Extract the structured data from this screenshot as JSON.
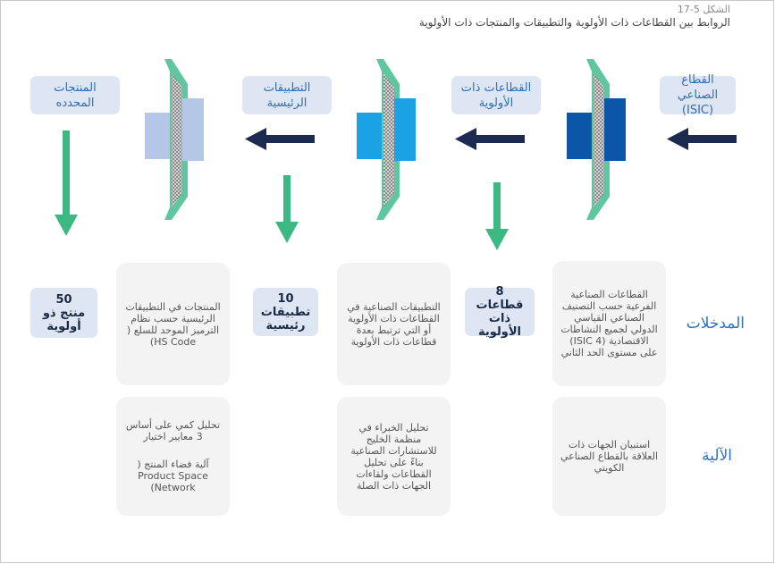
{
  "figure": {
    "label": "الشكل 5-17",
    "title": "الروابط بين القطاعات ذات الأولوية والتطبيقات والمنتجات ذات الأولوية"
  },
  "stages": [
    {
      "id": "isic",
      "label": "القطاع الصناعي (ISIC)"
    },
    {
      "id": "priority-sectors",
      "label": "القطاعات ذات الأولوية"
    },
    {
      "id": "main-applications",
      "label": "التطبيقات الرئيسية"
    },
    {
      "id": "products",
      "label": "المنتجات المحدده"
    }
  ],
  "counts": [
    {
      "number": "8",
      "text": "قطاعات ذات الأولوية"
    },
    {
      "number": "10",
      "text": "تطبيقات رئيسية"
    },
    {
      "number": "50",
      "text": "منتج ذو أولوية"
    }
  ],
  "rows": {
    "inputs_label": "المدخلات",
    "mechanism_label": "الآلية"
  },
  "inputs": [
    "القطاعات الصناعية الفرعية حسب التصنيف الصناعي القياسي الدولي لجميع النشاطات الاقتصادية (ISIC 4) على مستوى الحد الثاني",
    "التطبيقات الصناعية في القطاعات ذات الأولوية أو التي ترتبط بعدة قطاعات ذات الأولوية",
    "المنتجات في التطبيقات الرئيسية حسب نظام الترميز الموحد للسلع ( HS Code)"
  ],
  "mechanisms": [
    "استبيان الجهات ذات العلاقة بالقطاع الصناعي الكويتي",
    "تحليل الخبراء في منظمة الخليج للاستشارات الصناعية بناءً على تحليل القطاعات ولقاءات الجهات ذات الصلة",
    "تحليل كمي على أساس 3 معايير اختيار",
    "آلية فضاء المنتج ( Product Space Network)"
  ],
  "colors": {
    "filter_green": "#5fc6a0",
    "arrow_navy": "#1b2a4e",
    "down_arrow_green": "#3cb883",
    "block_dark_blue": "#0c56a8",
    "block_bright_blue": "#1aa2e4",
    "block_light_blue": "#b4c7e7",
    "label_bg": "#dfe6f3",
    "label_text": "#2f6db5"
  }
}
